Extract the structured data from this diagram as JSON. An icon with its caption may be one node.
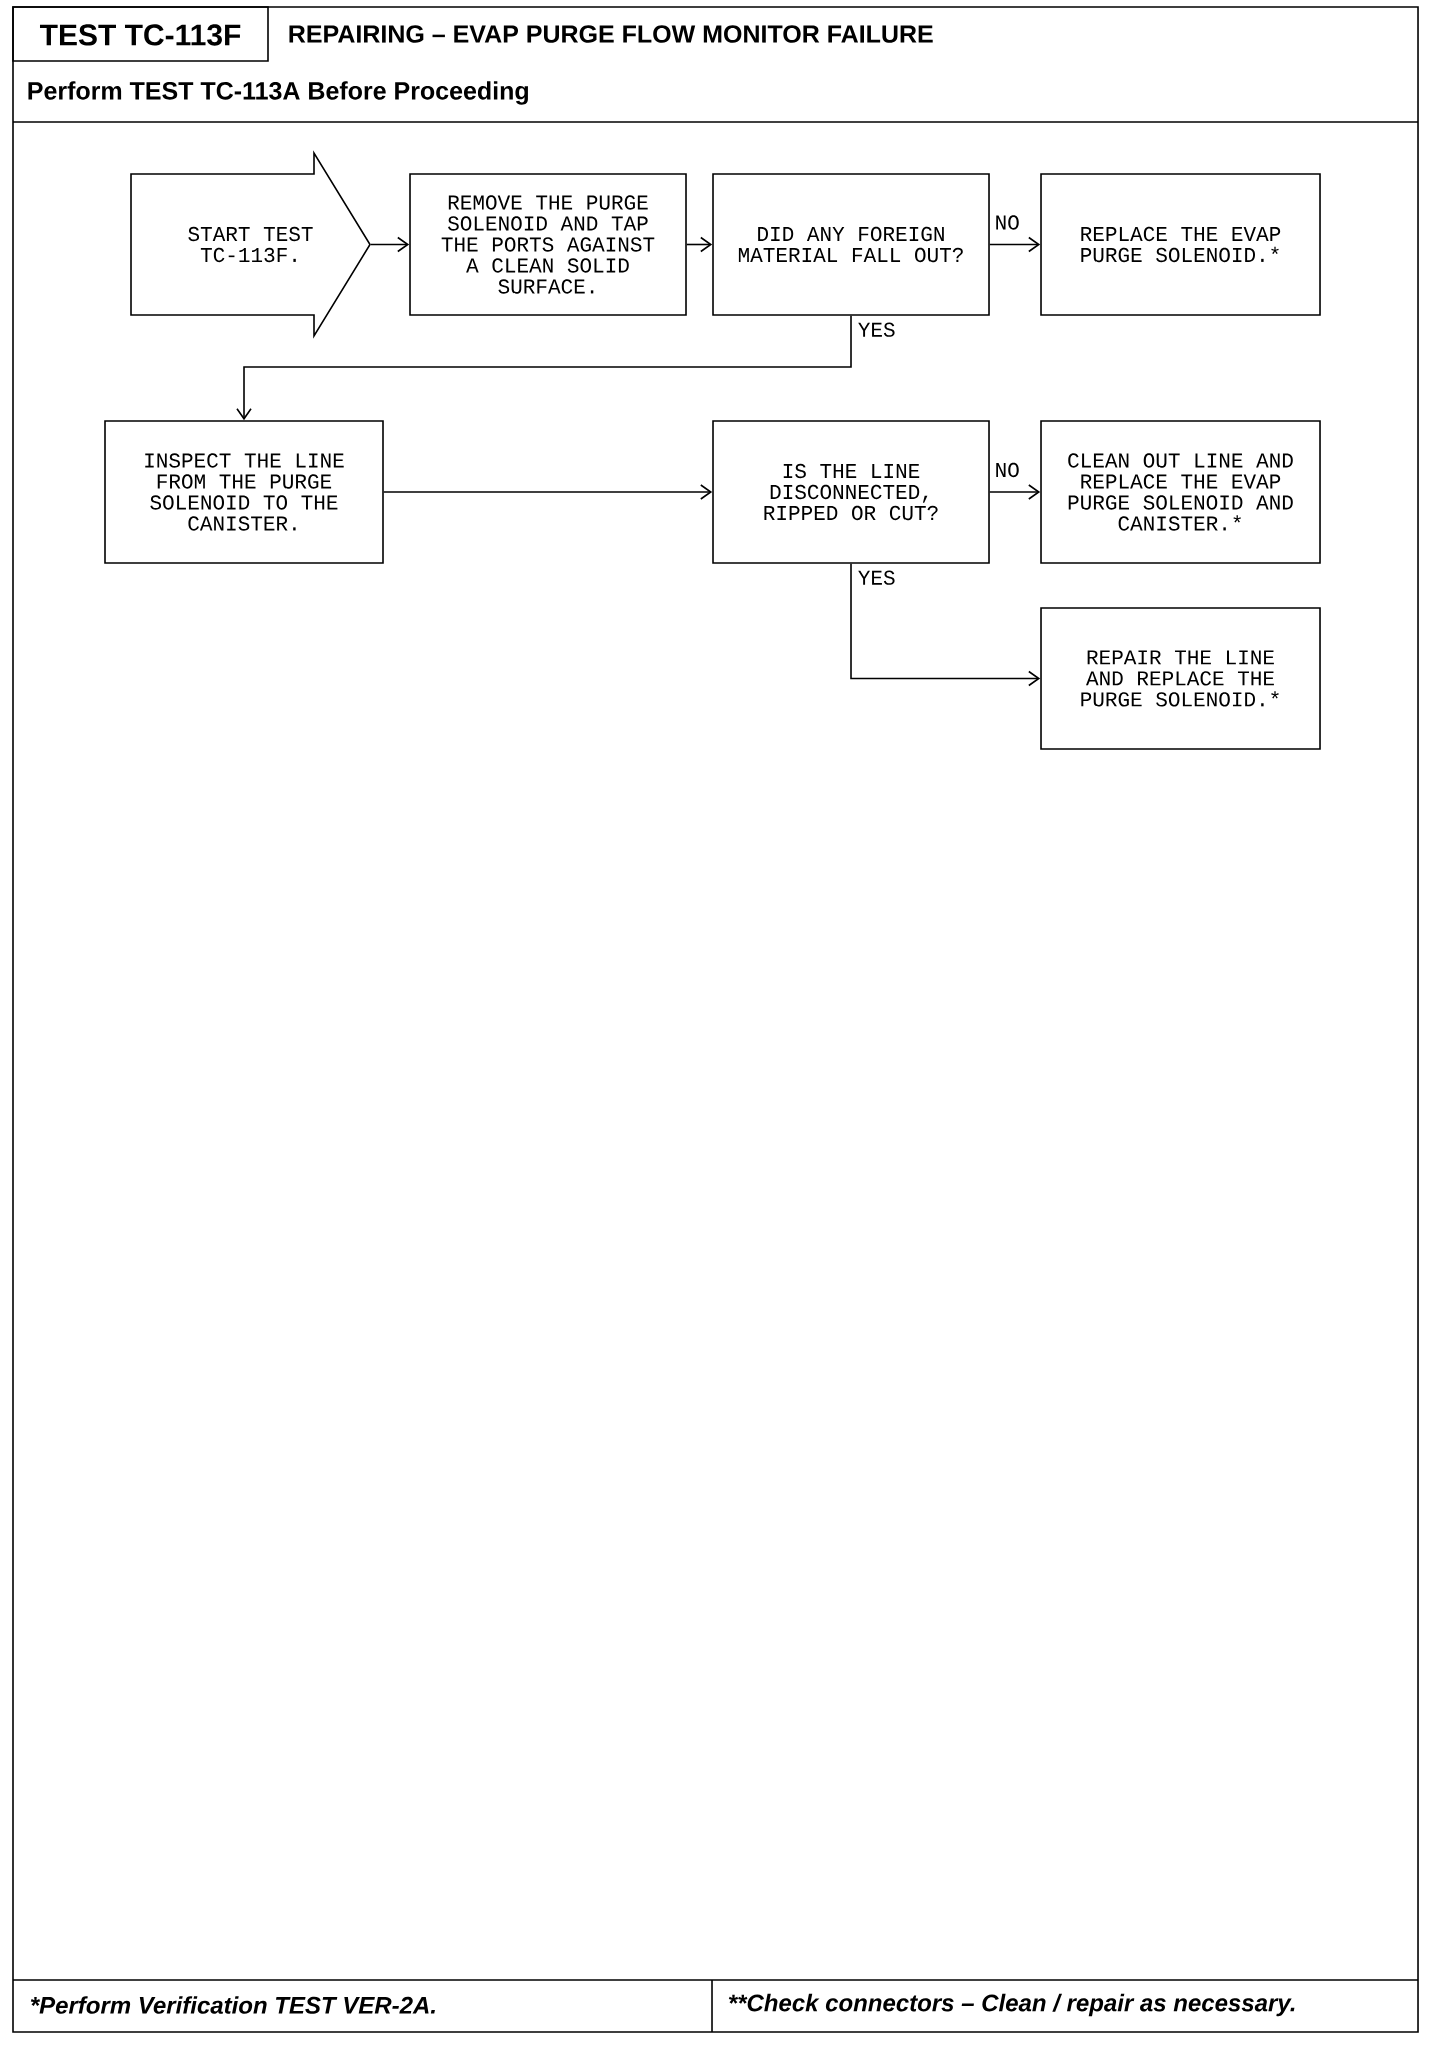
{
  "diagram": {
    "title": "REPAIRING – EVAP PURGE FLOW MONITOR FAILURE",
    "nodes": [
      {
        "text": [
          "START TEST TC-113F."
        ]
      },
      {
        "text": [
          "REMOVE THE PURGE SOLENOID AND TAP THE PORTS AGAINST A CLEAN SOLID SURFACE."
        ]
      },
      {
        "text": [
          "DID ANY FOREIGN MATERIAL FALL OUT?"
        ]
      },
      {
        "text": [
          "REPLACE THE EVAP PURGE SOLENOID.*"
        ]
      },
      {
        "text": [
          "INSPECT THE LINE FROM THE PURGE SOLENOID TO THE CANISTER."
        ]
      },
      {
        "text": [
          "IS THE LINE DISCONNECTED, RIPPED OR CUT?"
        ]
      },
      {
        "text": [
          "CLEAN OUT LINE AND REPLACE THE EVAP PURGE SOLENOID AND CANISTER.*"
        ]
      },
      {
        "text": [
          "REPAIR THE LINE AND REPLACE THE PURGE SOLENOID.*"
        ]
      }
    ],
    "edges": [
      {
        "from": 0,
        "to": 1,
        "arrow": "to"
      },
      {
        "from": 1,
        "to": 2,
        "arrow": "to"
      },
      {
        "from": 2,
        "to": 3,
        "arrow": "to",
        "label": "NO"
      },
      {
        "from": 2,
        "to": 4,
        "arrow": "to",
        "label": "YES"
      },
      {
        "from": 4,
        "to": 5,
        "arrow": "to"
      },
      {
        "from": 5,
        "to": 6,
        "arrow": "to",
        "label": "NO"
      },
      {
        "from": 5,
        "to": 7,
        "arrow": "to",
        "label": "YES"
      }
    ],
    "labels": [
      "TEST TC-113F",
      "Perform TEST TC-113A Before Proceeding",
      "*Perform Verification TEST VER-2A.",
      "**Check connectors – Clean / repair as necessary."
    ]
  }
}
